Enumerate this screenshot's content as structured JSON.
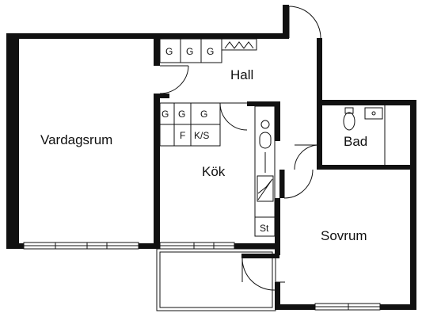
{
  "rooms": {
    "vardagsrum": "Vardagsrum",
    "hall": "Hall",
    "kok": "Kök",
    "bad": "Bad",
    "sovrum": "Sovrum"
  },
  "fixtures": {
    "hall_cabinets": [
      "G",
      "G",
      "G"
    ],
    "kitchen_upper": [
      "G",
      "G",
      "G"
    ],
    "kitchen_lower": [
      "F",
      "K/S"
    ],
    "kitchen_st": "St"
  }
}
